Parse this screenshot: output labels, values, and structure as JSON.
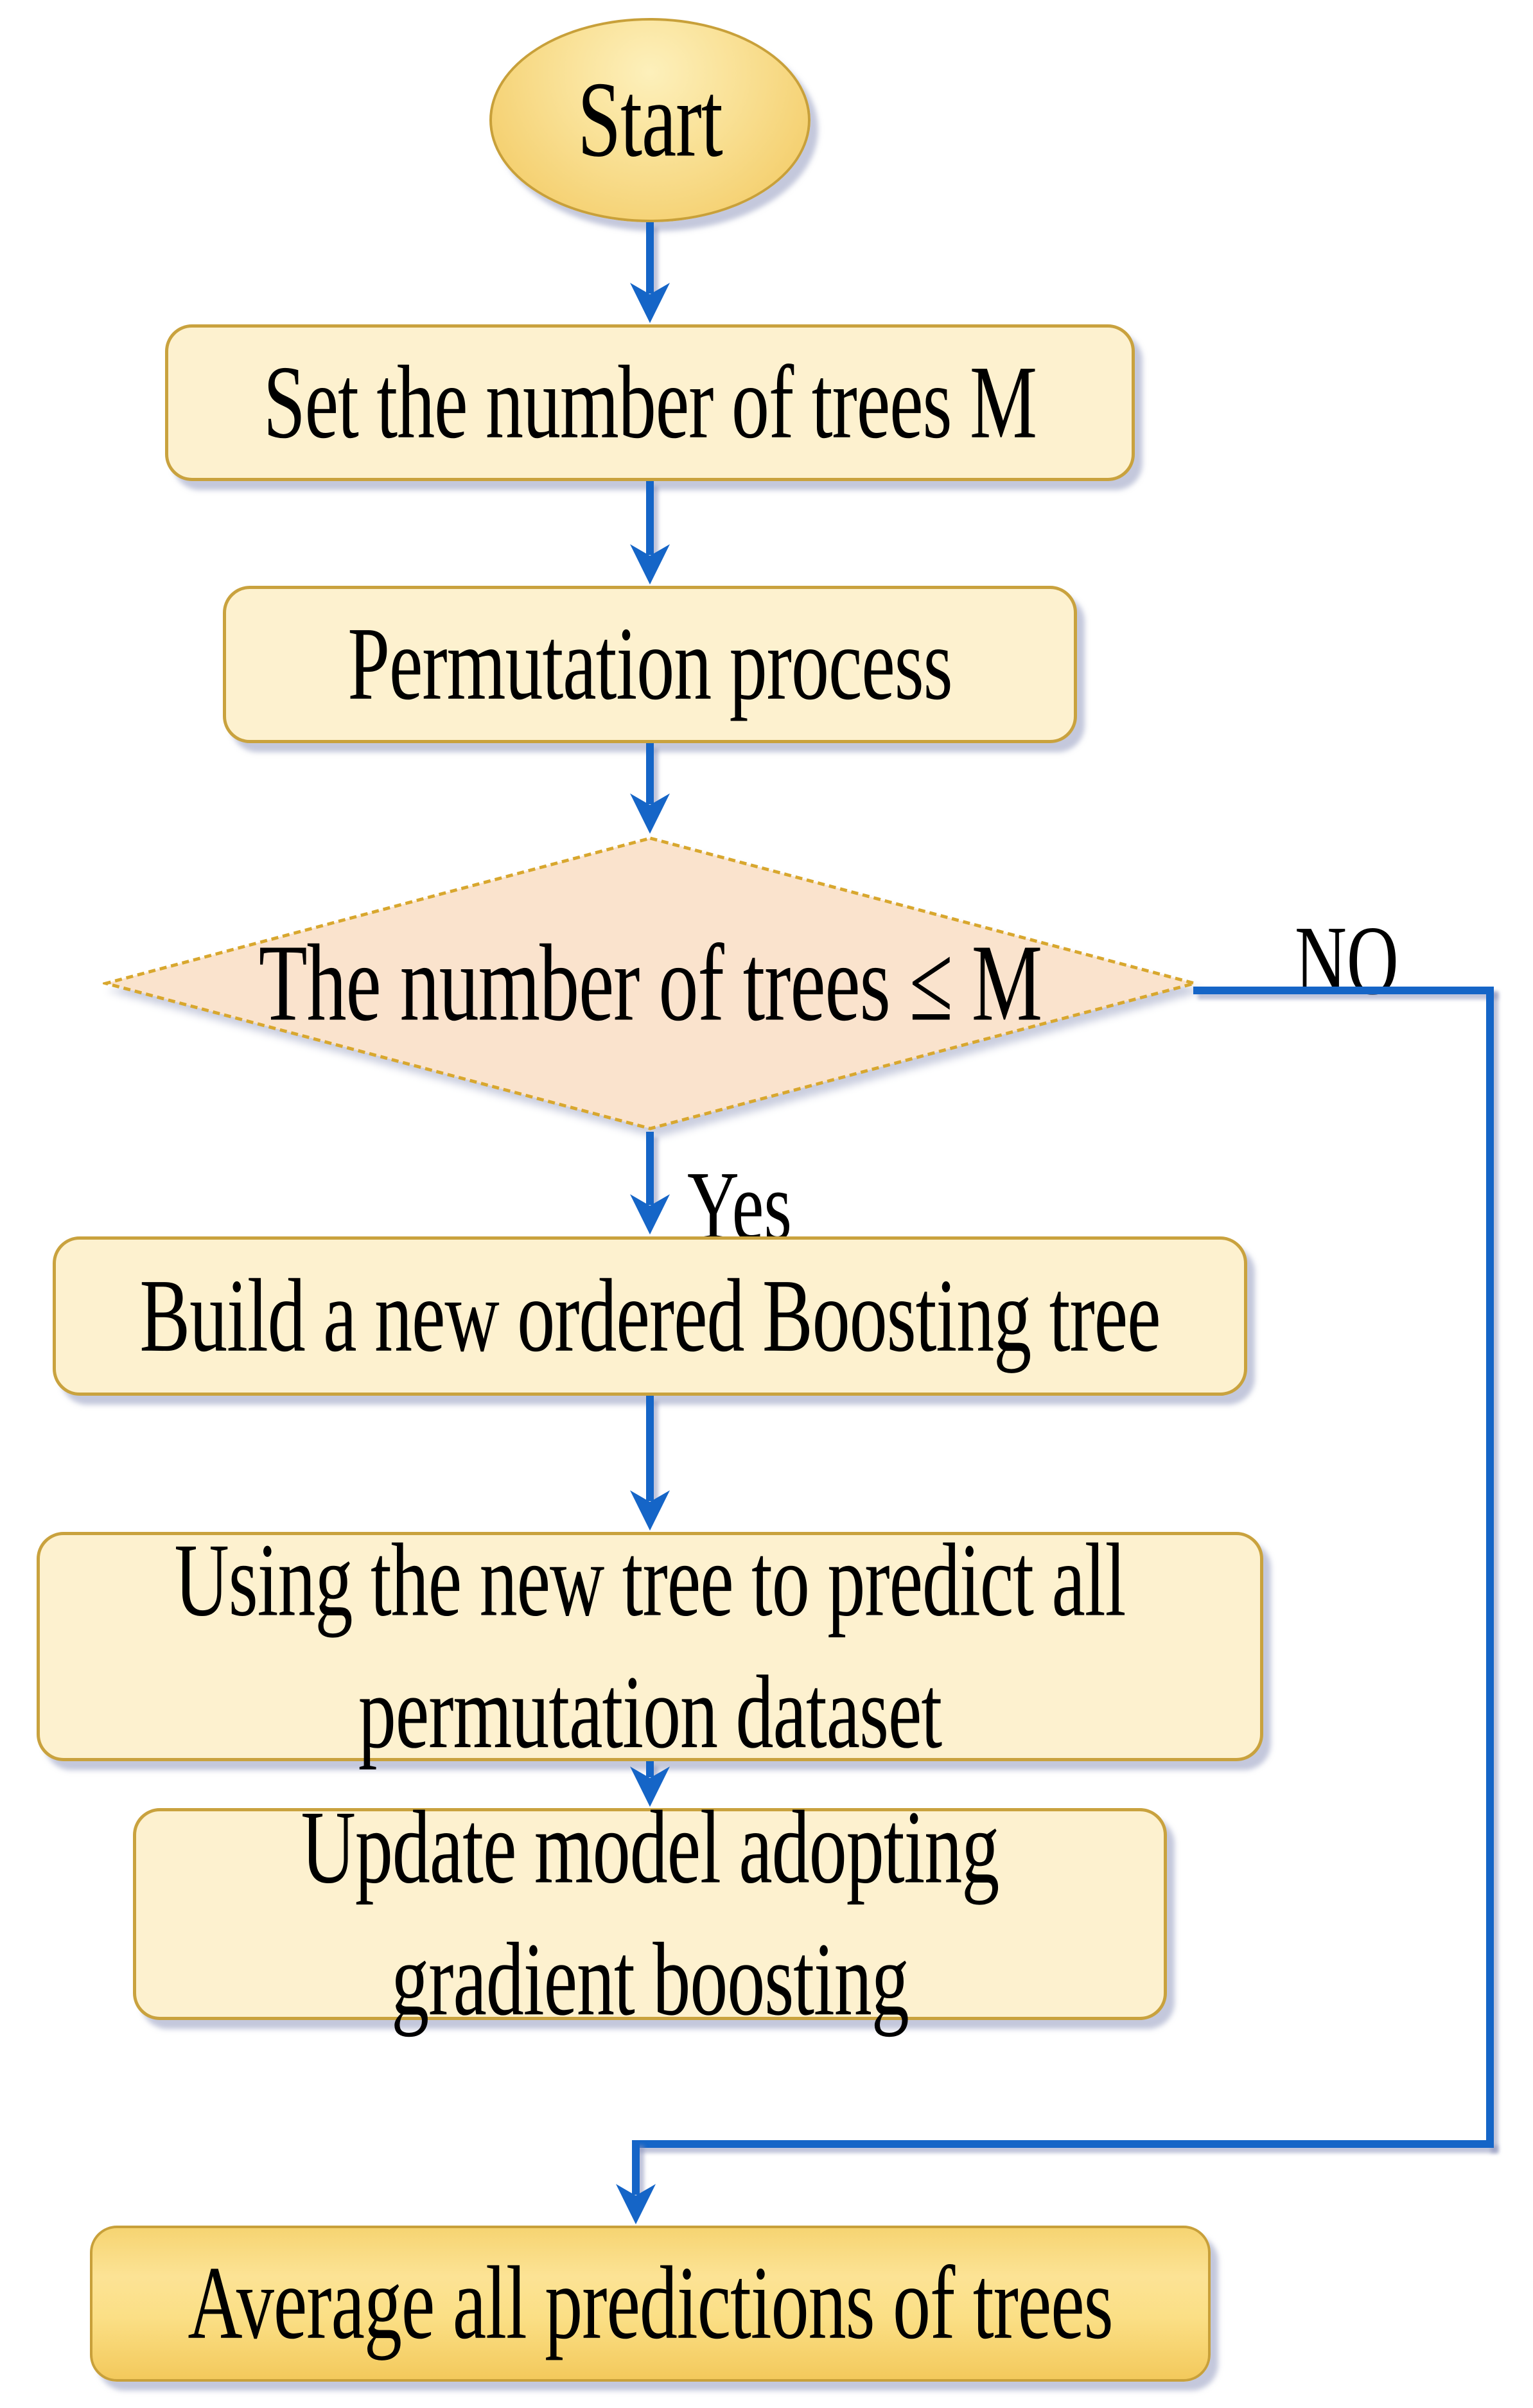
{
  "figure": {
    "type": "flowchart",
    "nodes": {
      "start": "Start",
      "set_trees": "Set the number of trees M",
      "permutation": "Permutation process",
      "decision": "The number of trees ≤ M",
      "build_tree": "Build a new ordered Boosting tree",
      "predict": "Using the new tree to predict all\npermutation dataset",
      "update_model": "Update model adopting\ngradient boosting",
      "average": "Average all predictions of trees"
    },
    "branch_labels": {
      "yes": "Yes",
      "no": "NO"
    },
    "edges": [
      {
        "from": "start",
        "to": "set_trees"
      },
      {
        "from": "set_trees",
        "to": "permutation"
      },
      {
        "from": "permutation",
        "to": "decision"
      },
      {
        "from": "decision",
        "to": "build_tree",
        "label": "Yes"
      },
      {
        "from": "decision",
        "to": "average",
        "label": "NO"
      },
      {
        "from": "build_tree",
        "to": "predict"
      },
      {
        "from": "predict",
        "to": "update_model"
      }
    ],
    "colors": {
      "connector_blue": "#1565c7",
      "process_fill": "#fdf1cf",
      "process_border": "#c9a23e",
      "terminator_fill_light": "#fdf0bb",
      "terminator_fill_dark": "#f2c75c",
      "decision_fill": "#fae3cd",
      "decision_border": "#d8a72e",
      "text_color": "#000000",
      "shadow": "#8a92b9"
    }
  }
}
